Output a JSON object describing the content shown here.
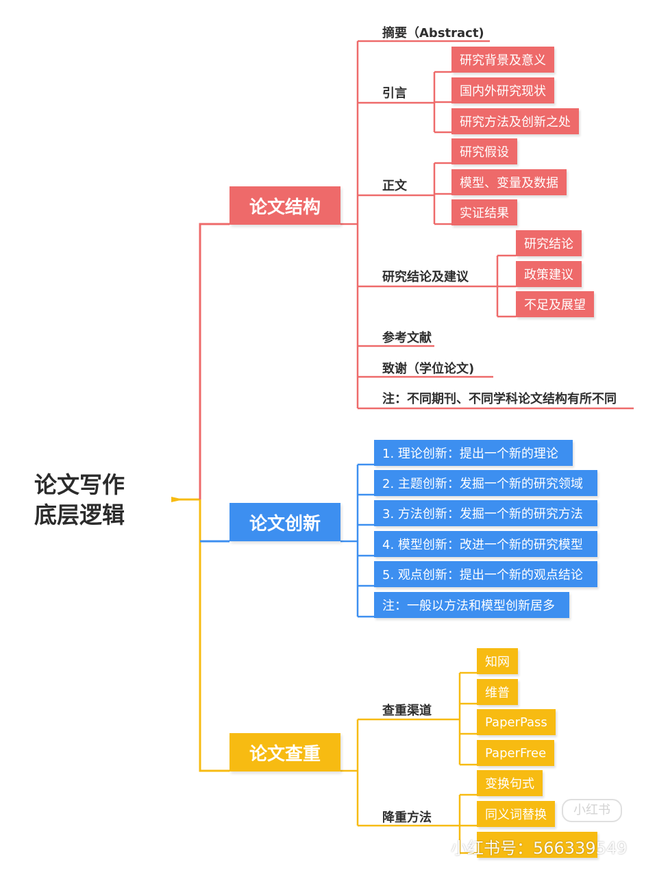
{
  "root": {
    "line1": "论文写作",
    "line2": "底层逻辑"
  },
  "colors": {
    "red": "#ee6a6a",
    "blue": "#3d8ff0",
    "yellow": "#f7bb12"
  },
  "structure": {
    "title": "论文结构",
    "abstract": "摘要（Abstract)",
    "intro": {
      "label": "引言",
      "items": [
        "研究背景及意义",
        "国内外研究现状",
        "研究方法及创新之处"
      ]
    },
    "body": {
      "label": "正文",
      "items": [
        "研究假设",
        "模型、变量及数据",
        "实证结果"
      ]
    },
    "conclusion": {
      "label": "研究结论及建议",
      "items": [
        "研究结论",
        "政策建议",
        "不足及展望"
      ]
    },
    "references": "参考文献",
    "acknowledgement": "致谢（学位论文)",
    "note": "注：不同期刊、不同学科论文结构有所不同"
  },
  "innovation": {
    "title": "论文创新",
    "items": [
      "1. 理论创新：提出一个新的理论",
      "2. 主题创新：发掘一个新的研究领域",
      "3. 方法创新：发掘一个新的研究方法",
      "4. 模型创新：改进一个新的研究模型",
      "5. 观点创新：提出一个新的观点结论",
      "注：一般以方法和模型创新居多"
    ]
  },
  "plagiarism": {
    "title": "论文查重",
    "channels": {
      "label": "查重渠道",
      "items": [
        "知网",
        "维普",
        "PaperPass",
        "PaperFree"
      ]
    },
    "methods": {
      "label": "降重方法",
      "items": [
        "变换句式",
        "同义词替换",
        ""
      ]
    }
  },
  "watermark": {
    "text": "小红书号：566339549",
    "logo": "小红书"
  }
}
